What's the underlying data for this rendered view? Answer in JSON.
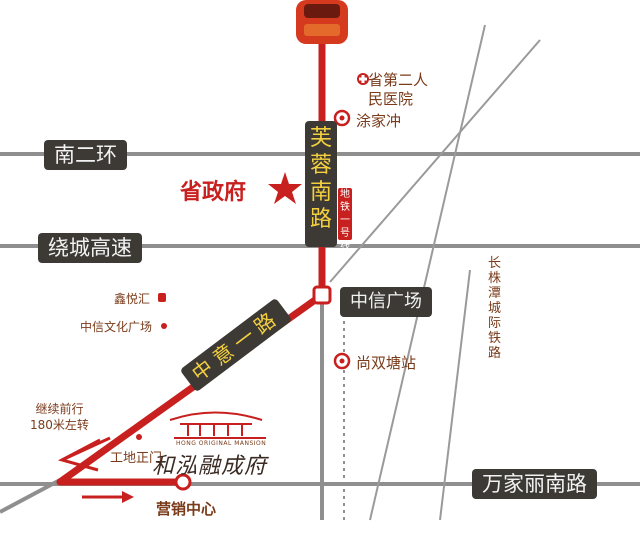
{
  "roads": {
    "nanerhuan": "南二环",
    "raocheng": "绕城高速",
    "furong": "芙蓉南路",
    "zhongyi": "中意一路",
    "wanjiali": "万家丽南路",
    "railway": "长株潭城际铁路",
    "metro": "地铁一号线"
  },
  "places": {
    "hospital": "省第二人民医院",
    "tujiachong": "涂家冲",
    "government": "省政府",
    "xinyuehui": "鑫悦汇",
    "culture_square": "中信文化广场",
    "zhongxin_square": "中信广场",
    "shangshuangtang": "尚双塘站",
    "continue_note": "继续前行\n180米左转",
    "site_gate": "工地正门",
    "sales_center": "营销中心",
    "logo_text": "和泓融成府",
    "logo_sub": "HONG ORIGINAL MANSION"
  },
  "colors": {
    "route": "#c8201f",
    "road": "#8f8f8f",
    "badge_bg": "#3d3a36",
    "road_name_yellow": "#f4d03f",
    "text_brown": "#7a3b1a"
  },
  "icons": [
    "hospital-icon",
    "metro-station-icon",
    "star-icon",
    "car-icon",
    "arrow-icon"
  ]
}
